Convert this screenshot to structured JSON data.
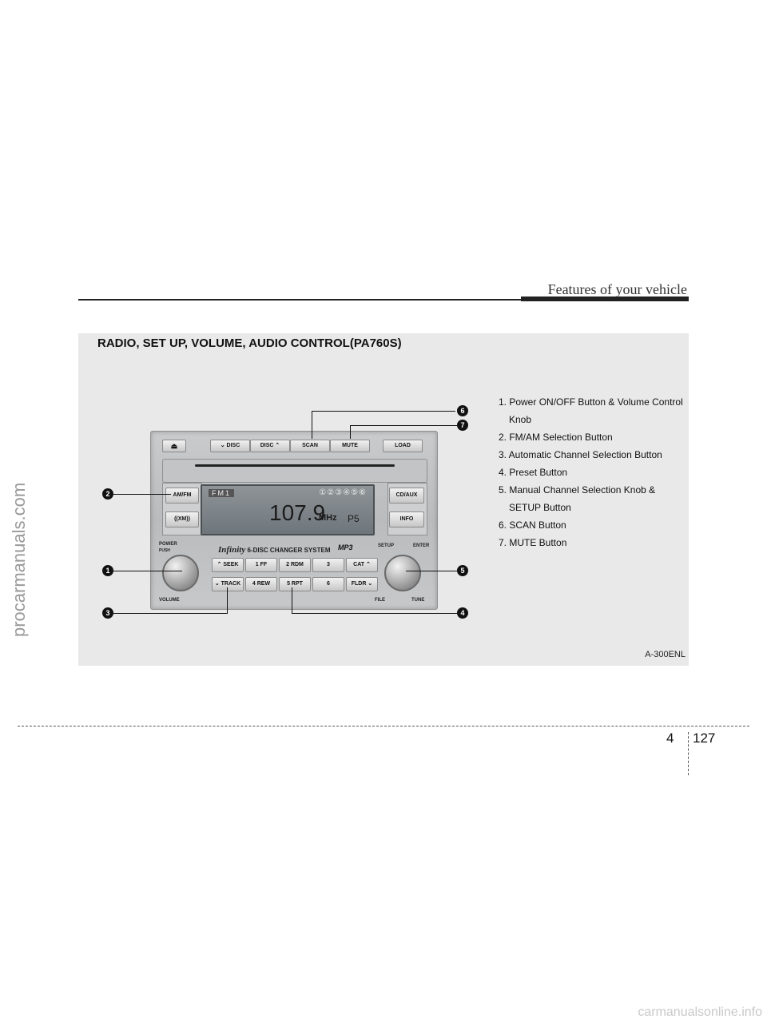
{
  "watermark_side": "procarmanuals.com",
  "header": {
    "section_title": "Features of your vehicle"
  },
  "panel": {
    "title": "RADIO, SET UP, VOLUME, AUDIO CONTROL(PA760S)",
    "figure_code": "A-300ENL",
    "legend": [
      {
        "text": "1. Power ON/OFF Button & Volume Control",
        "cont": "Knob"
      },
      {
        "text": "2. FM/AM Selection Button"
      },
      {
        "text": "3. Automatic Channel Selection Button"
      },
      {
        "text": "4. Preset Button"
      },
      {
        "text": "5. Manual Channel Selection Knob &",
        "cont": "SETUP Button"
      },
      {
        "text": "6. SCAN Button"
      },
      {
        "text": "7. MUTE Button"
      }
    ],
    "radio": {
      "eject_icon": "eject-icon",
      "top_buttons": [
        "DISC",
        "DISC",
        "SCAN",
        "MUTE"
      ],
      "load": "LOAD",
      "left_buttons": [
        "AM/FM",
        "((XM))"
      ],
      "right_buttons": [
        "CD/AUX",
        "INFO"
      ],
      "display": {
        "band": "FM1",
        "presets": "①②③④⑤⑥",
        "frequency": "107.9",
        "unit": "MHz",
        "preset": "P5"
      },
      "brand": {
        "logo": "Infinity",
        "text": "6-DISC CHANGER SYSTEM",
        "mp3": "MP3"
      },
      "labels": {
        "power": "POWER",
        "push": "PUSH",
        "volume": "VOLUME",
        "setup": "SETUP",
        "enter": "ENTER",
        "file": "FILE",
        "tune": "TUNE"
      },
      "row1": [
        "SEEK",
        "1  FF",
        "2 RDM",
        "3",
        "CAT"
      ],
      "row2": [
        "TRACK",
        "4 REW",
        "5 RPT",
        "6",
        "FLDR"
      ]
    },
    "callouts": [
      "1",
      "2",
      "3",
      "4",
      "5",
      "6",
      "7"
    ]
  },
  "footer": {
    "chapter": "4",
    "page": "127",
    "site": "carmanualsonline.info"
  }
}
